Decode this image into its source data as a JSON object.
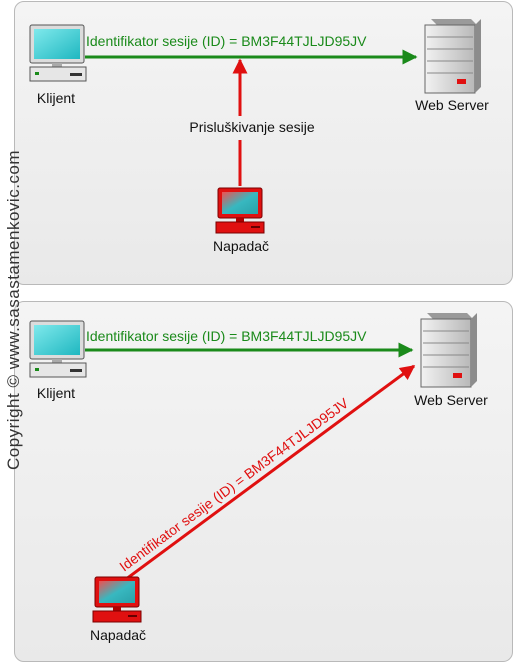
{
  "copyright": "Copyright © www.sasastamenkovic.com",
  "top": {
    "client_label": "Klijent",
    "server_label": "Web Server",
    "attacker_label": "Napadač",
    "session_label": "Identifikator sesije (ID) = BM3F44TJLJD95JV",
    "sniff_label": "Prisluškivanje sesije"
  },
  "bottom": {
    "client_label": "Klijent",
    "server_label": "Web Server",
    "attacker_label": "Napadač",
    "session_label": "Identifikator sesije (ID) = BM3F44TJLJD95JV",
    "attack_label": "Identifikator sesije (ID) = BM3F44TJLJD95JV"
  },
  "colors": {
    "session_arrow": "#1a8a1a",
    "attack_arrow": "#e01010",
    "client_screen": "#36d4d8",
    "attacker_body": "#e01010"
  },
  "icons": [
    "client-computer-icon",
    "web-server-icon",
    "attacker-computer-icon"
  ]
}
